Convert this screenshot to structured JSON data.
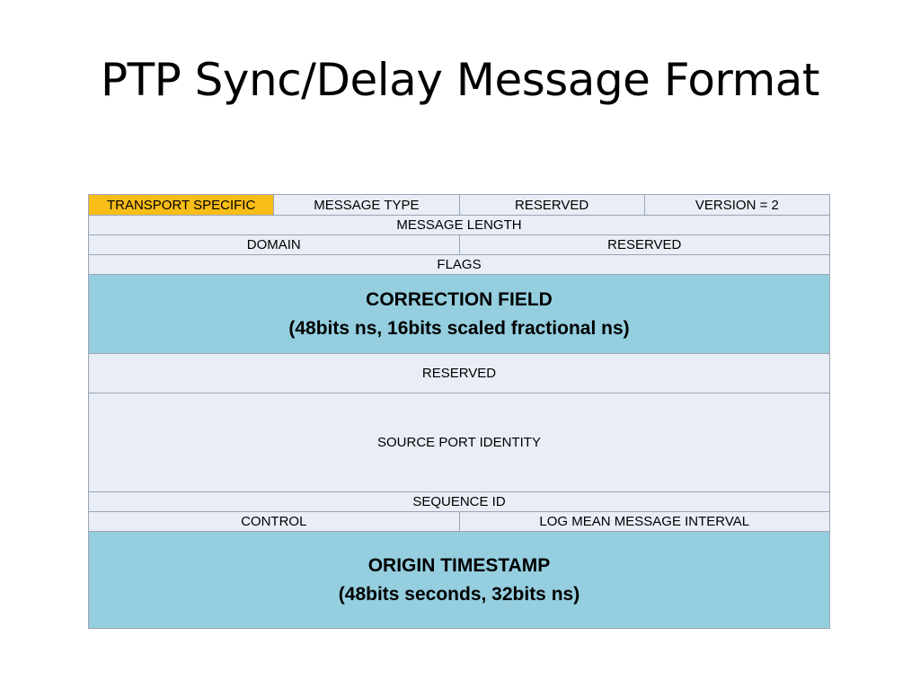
{
  "title": "PTP Sync/Delay Message Format",
  "colors": {
    "cell": "#e9edf6",
    "highlight": "#f9bd18",
    "field": "#94cedf",
    "border": "#9aa5b4"
  },
  "rows": {
    "r1": {
      "transport_specific": "TRANSPORT SPECIFIC",
      "message_type": "MESSAGE TYPE",
      "reserved": "RESERVED",
      "version": "VERSION = 2"
    },
    "r2": {
      "message_length": "MESSAGE LENGTH"
    },
    "r3": {
      "domain": "DOMAIN",
      "reserved": "RESERVED"
    },
    "r4": {
      "flags": "FLAGS"
    },
    "r5": {
      "correction_field": "CORRECTION FIELD",
      "correction_detail": "(48bits ns, 16bits scaled fractional ns)"
    },
    "r6": {
      "reserved": "RESERVED"
    },
    "r7": {
      "source_port_identity": "SOURCE PORT IDENTITY"
    },
    "r8": {
      "sequence_id": "SEQUENCE ID"
    },
    "r9": {
      "control": "CONTROL",
      "log_mean_message_interval": "LOG MEAN MESSAGE INTERVAL"
    },
    "r10": {
      "origin_timestamp": "ORIGIN TIMESTAMP",
      "origin_detail": "(48bits seconds, 32bits ns)"
    }
  }
}
